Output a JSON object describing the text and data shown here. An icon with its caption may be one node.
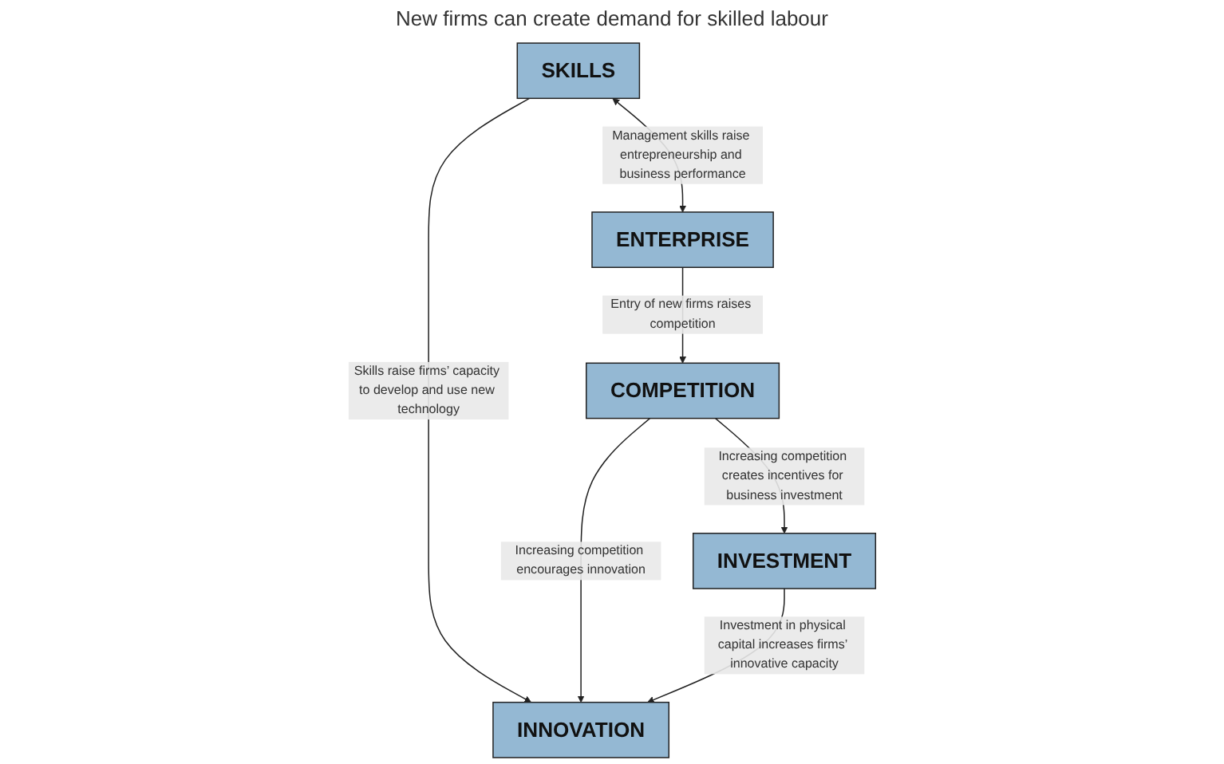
{
  "diagram": {
    "nodes": [
      {
        "text": [
          "SKILLS"
        ]
      },
      {
        "text": [
          "ENTERPRISE"
        ]
      },
      {
        "text": [
          "INNOVATION"
        ]
      },
      {
        "text": [
          "COMPETITION"
        ]
      },
      {
        "text": [
          "INVESTMENT"
        ]
      }
    ],
    "edges": [
      {
        "from": 0,
        "to": 1,
        "arrow": "both",
        "label": "Management skills raise entrepreneurship and business performance"
      },
      {
        "from": 0,
        "to": 2,
        "arrow": "to",
        "label": "Skills raise firms’ capacity to develop and use new technology"
      },
      {
        "from": 1,
        "to": 3,
        "arrow": "to",
        "label": "Entry of new firms raises competition"
      },
      {
        "from": 3,
        "to": 2,
        "arrow": "to",
        "label": "Increasing competition encourages innovation"
      },
      {
        "from": 3,
        "to": 4,
        "arrow": "to",
        "label": "Increasing competition creates incentives for business investment"
      },
      {
        "from": 4,
        "to": 2,
        "arrow": "to",
        "label": "Investment in physical capital increases firms’ innovative capacity"
      }
    ],
    "labels": [
      "New firms can create demand for skilled labour"
    ]
  }
}
